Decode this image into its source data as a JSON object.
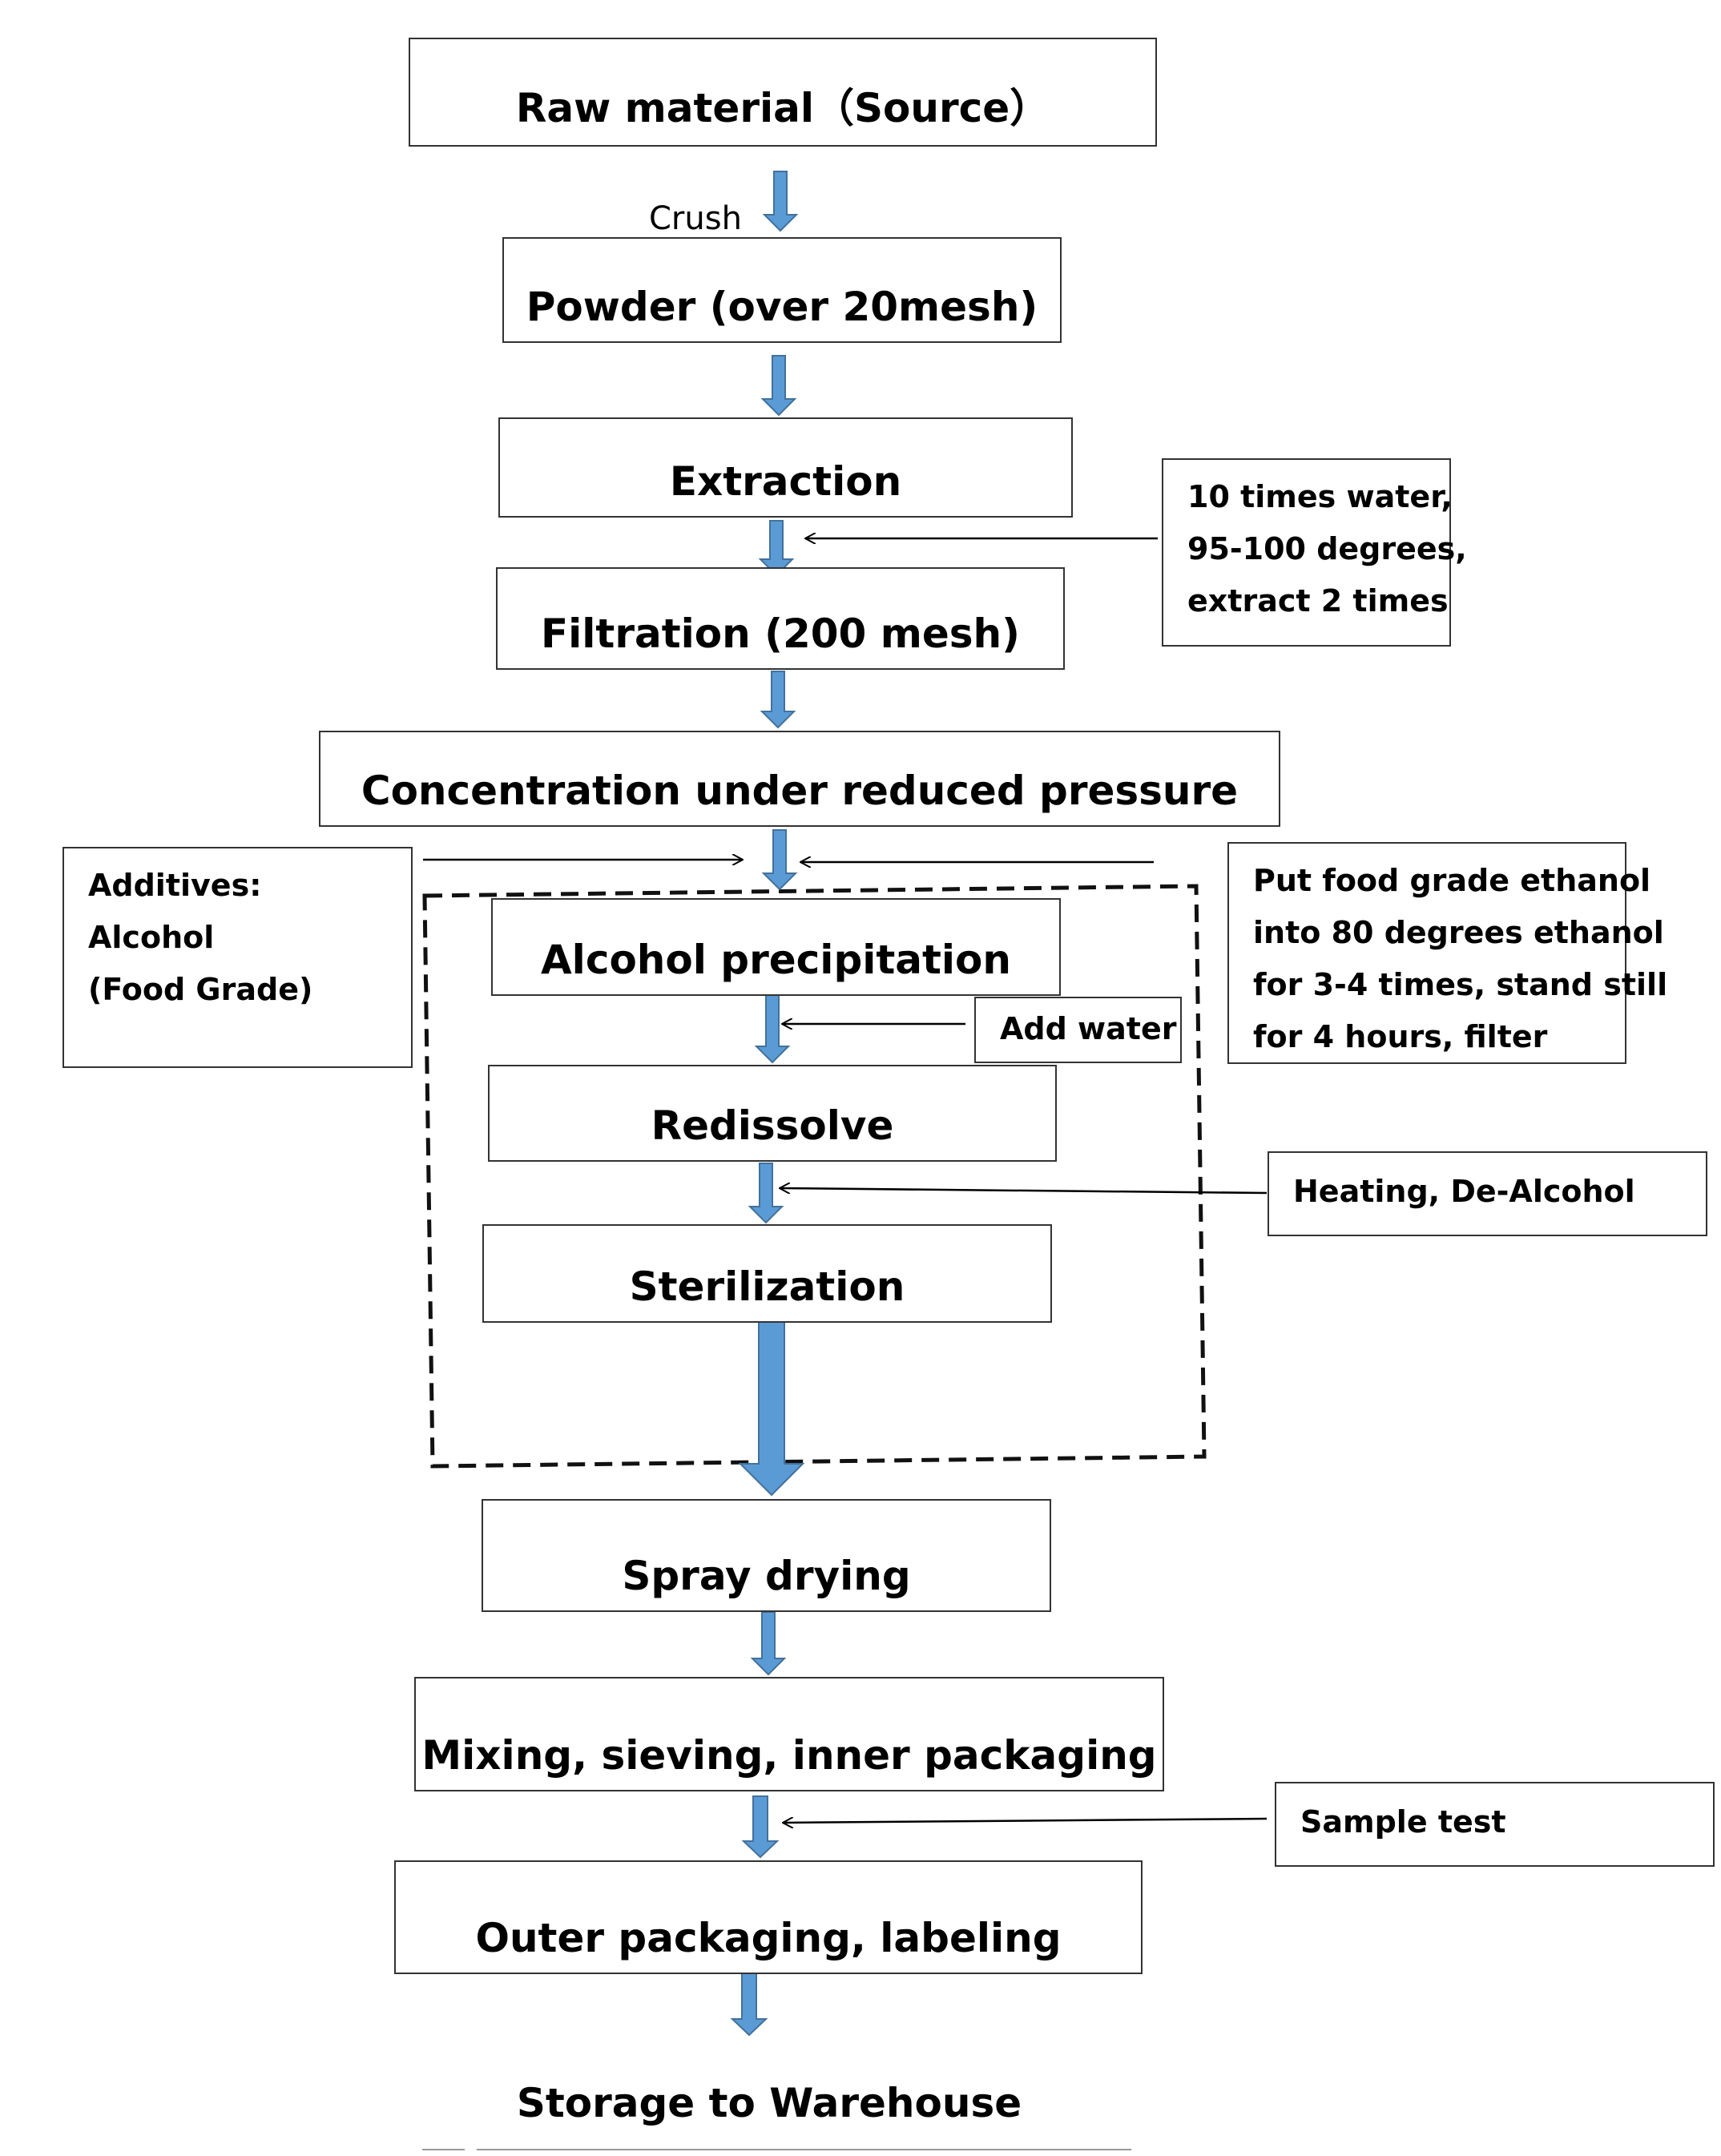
{
  "steps": [
    {
      "id": "raw",
      "label": "Raw material（Source）"
    },
    {
      "id": "powder",
      "label": "Powder (over 20mesh)"
    },
    {
      "id": "extraction",
      "label": "Extraction"
    },
    {
      "id": "filtration",
      "label": "Filtration (200 mesh)"
    },
    {
      "id": "concentration",
      "label": "Concentration under reduced pressure"
    },
    {
      "id": "alcohol_precipitation",
      "label": "Alcohol precipitation"
    },
    {
      "id": "redissolve",
      "label": "Redissolve"
    },
    {
      "id": "sterilization",
      "label": "Sterilization"
    },
    {
      "id": "spray_drying",
      "label": "Spray drying"
    },
    {
      "id": "mixing",
      "label": "Mixing, sieving, inner packaging"
    },
    {
      "id": "outer_packaging",
      "label": "Outer packaging, labeling"
    },
    {
      "id": "storage",
      "label": "Storage to Warehouse"
    }
  ],
  "crush_label": "Crush",
  "notes": {
    "extraction": [
      "10  times  water,",
      "95-100  degrees,",
      "extract 2 times"
    ],
    "additives": [
      "Additives:",
      "Alcohol",
      "(Food Grade)"
    ],
    "ethanol": [
      "Put  food  grade  ethanol",
      "into 80 degrees ethanol",
      "for 3-4 times, stand still",
      "for 4 hours, filter"
    ],
    "add_water": "Add water",
    "heating": "Heating, De-Alcohol",
    "sample_test": "Sample test"
  },
  "colors": {
    "arrow_fill": "#5b9bd5",
    "arrow_stroke": "#41719c",
    "border": "#333333"
  }
}
